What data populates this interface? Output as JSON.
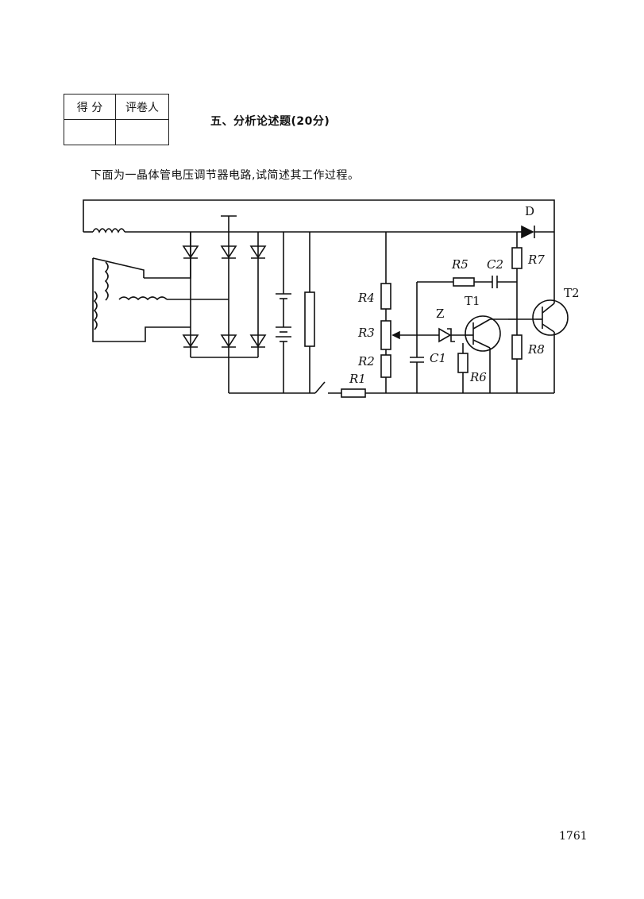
{
  "score_table": {
    "score_label": "得  分",
    "grader_label": "评卷人",
    "score_value": "",
    "grader_value": ""
  },
  "section_title": "五、分析论述题(20分)",
  "question_text": "下面为一晶体管电压调节器电路,试简述其工作过程。",
  "circuit": {
    "labels": {
      "D": "D",
      "R7": "R7",
      "R5": "R5",
      "C2": "C2",
      "T2": "T2",
      "T1": "T1",
      "R4": "R4",
      "Z": "Z",
      "R3": "R3",
      "C1": "C1",
      "R8": "R8",
      "R2": "R2",
      "R6": "R6",
      "R1": "R1"
    }
  },
  "page_number": "1761"
}
